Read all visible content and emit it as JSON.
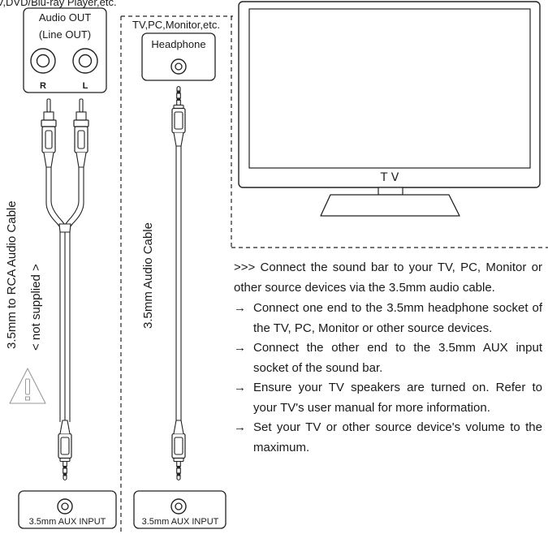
{
  "top_caption": "TV,DVD/Blu-ray Player,etc.",
  "left_panel": {
    "source_box_title_line1": "Audio OUT",
    "source_box_title_line2": "(Line OUT)",
    "channel_right": "R",
    "channel_left": "L",
    "cable_label": "3.5mm to RCA Audio Cable",
    "supply_note": "< not supplied >",
    "warning_icon": "warning-triangle-icon",
    "aux_input_label": "3.5mm AUX INPUT"
  },
  "middle_panel": {
    "caption": "TV,PC,Monitor,etc.",
    "source_box_title": "Headphone",
    "cable_label": "3.5mm Audio Cable",
    "aux_input_label": "3.5mm AUX INPUT"
  },
  "tv": {
    "screen_label": "T V"
  },
  "instructions": {
    "intro": ">>> Connect the sound bar to your TV, PC, Monitor or other source devices via the 3.5mm audio cable.",
    "arrow_glyph": "→",
    "steps": [
      "Connect one end to the 3.5mm headphone socket of the TV, PC, Monitor or other source devices.",
      "Connect the other end to the 3.5mm AUX input socket of the sound bar.",
      "Ensure your TV speakers are turned on. Refer to your TV's user manual for more information.",
      "Set your TV or other source device's volume to the maximum."
    ]
  }
}
